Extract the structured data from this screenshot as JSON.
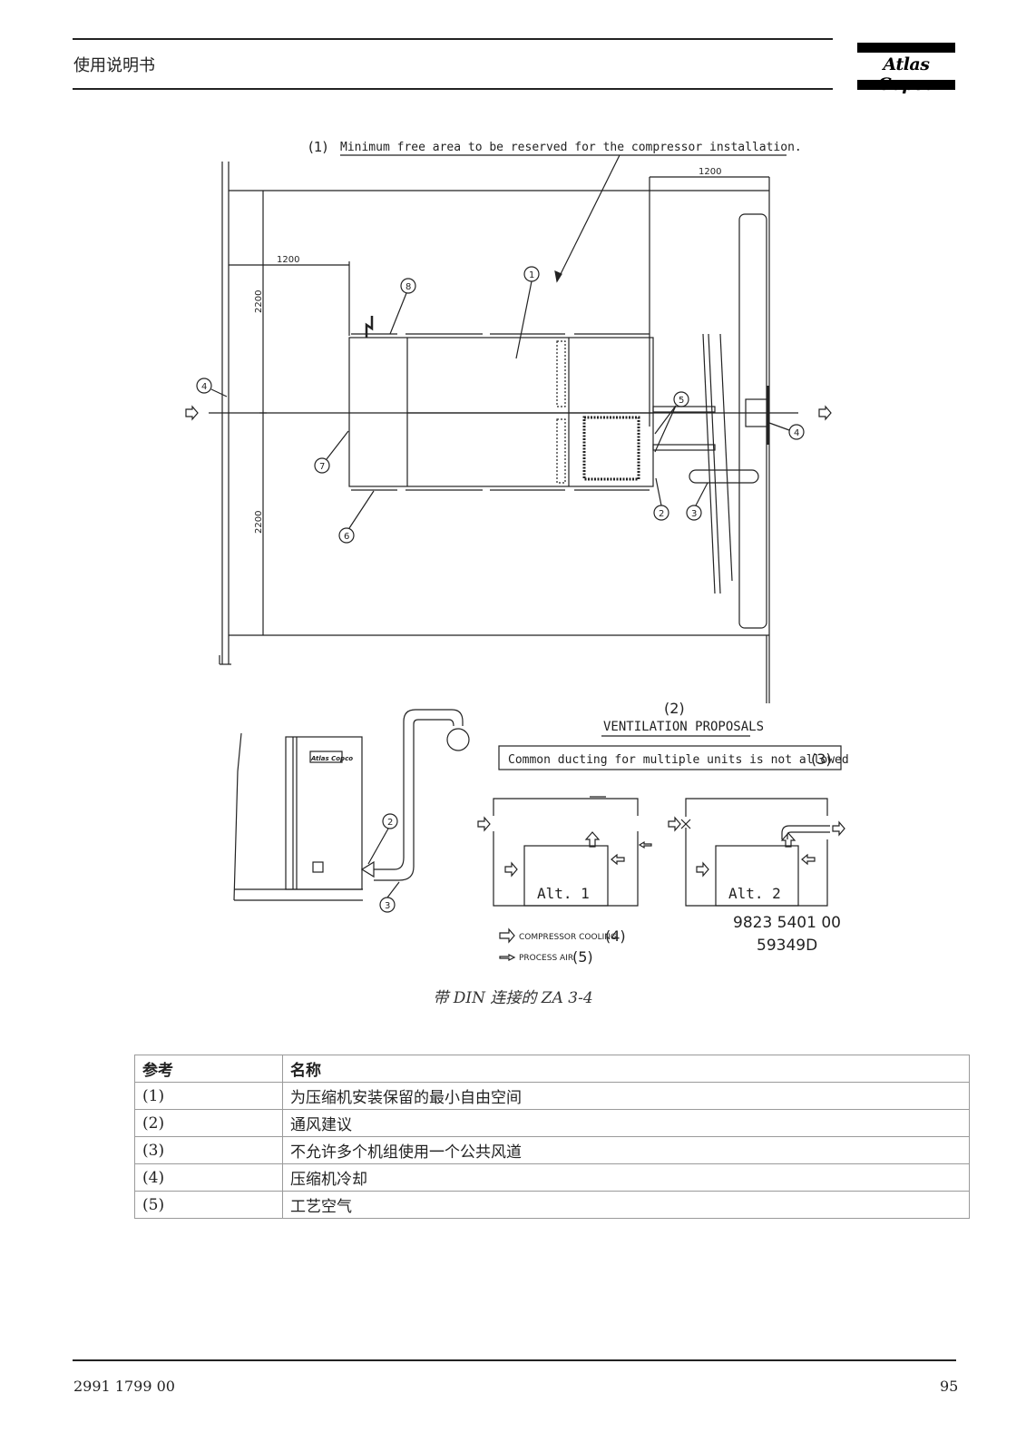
{
  "header": {
    "title": "使用说明书",
    "logo_text": "Atlas Copco"
  },
  "diagram": {
    "label_1_num": "(1)",
    "label_1_text": "Minimum free area to be reserved for the compressor installation.",
    "dim_1200_top": "1200",
    "dim_1200_left": "1200",
    "dim_2200_upper": "2200",
    "dim_2200_lower": "2200",
    "callouts": [
      "1",
      "2",
      "3",
      "4",
      "5",
      "6",
      "7",
      "8"
    ],
    "label_2_num": "(2)",
    "label_2_text": "VENTILATION PROPOSALS",
    "label_3_text": "Common ducting for multiple units is not allowed",
    "label_3_num": "(3)",
    "alt1": "Alt. 1",
    "alt2": "Alt. 2",
    "legend_cooling": "COMPRESSOR COOLING",
    "legend_cooling_num": "(4)",
    "legend_process": "PROCESS AIR",
    "legend_process_num": "(5)",
    "drawing_no": "9823 5401 00",
    "drawing_rev": "59349D",
    "small_logo": "Atlas Copco",
    "colors": {
      "line": "#222222",
      "bg": "#ffffff"
    }
  },
  "caption": "带 DIN 连接的 ZA 3-4",
  "table": {
    "headers": [
      "参考",
      "名称"
    ],
    "rows": [
      [
        "(1)",
        "为压缩机安装保留的最小自由空间"
      ],
      [
        "(2)",
        "通风建议"
      ],
      [
        "(3)",
        "不允许多个机组使用一个公共风道"
      ],
      [
        "(4)",
        "压缩机冷却"
      ],
      [
        "(5)",
        "工艺空气"
      ]
    ]
  },
  "footer": {
    "doc_number": "2991 1799 00",
    "page_number": "95"
  }
}
